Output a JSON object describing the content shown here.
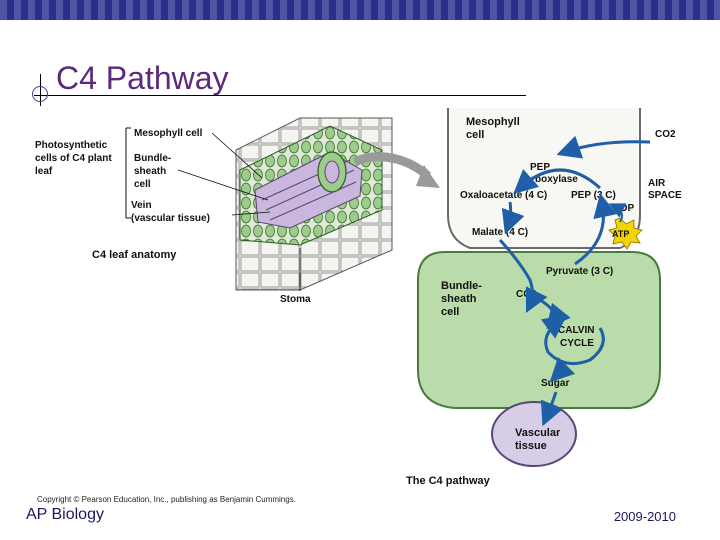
{
  "slide": {
    "title": "C4 Pathway",
    "footer_left": "AP Biology",
    "footer_right": "2009-2010",
    "copyright": "Copyright © Pearson Education, Inc., publishing as Benjamin Cummings."
  },
  "leaf_anatomy": {
    "caption": "C4 leaf anatomy",
    "photosynthetic_label": [
      "Photosynthetic",
      "cells of C4 plant",
      "leaf"
    ],
    "mesophyll_label": "Mesophyll cell",
    "bundle_sheath_label": [
      "Bundle-",
      "sheath",
      "cell"
    ],
    "vein_label": [
      "Vein",
      "(vascular tissue)"
    ],
    "stoma_label": "Stoma"
  },
  "pathway": {
    "caption": "The C4 pathway",
    "mesophyll": [
      "Mesophyll",
      "cell"
    ],
    "co2_in": "CO2",
    "air_space": [
      "AIR",
      "SPACE"
    ],
    "pep_carboxylase": [
      "PEP",
      "carboxylase"
    ],
    "oxaloacetate": "Oxaloacetate (4 C)",
    "pep": "PEP (3 C)",
    "adp": "ADP",
    "atp": "ATP",
    "malate": "Malate (4 C)",
    "pyruvate": "Pyruvate (3 C)",
    "bundle_sheath": [
      "Bundle-",
      "sheath",
      "cell"
    ],
    "co2_bundle": "CO2",
    "calvin": [
      "CALVIN",
      "CYCLE"
    ],
    "sugar": "Sugar",
    "vascular": [
      "Vascular",
      "tissue"
    ]
  },
  "colors": {
    "header_bar": "#2a2e8c",
    "title": "#5b2a7e",
    "mesophyll_fill": "#f7f8f3",
    "bundle_fill": "#b9dcaa",
    "vascular_fill": "#d8cde6",
    "arrow": "#1f5fa8",
    "atp": "#f2d400"
  }
}
